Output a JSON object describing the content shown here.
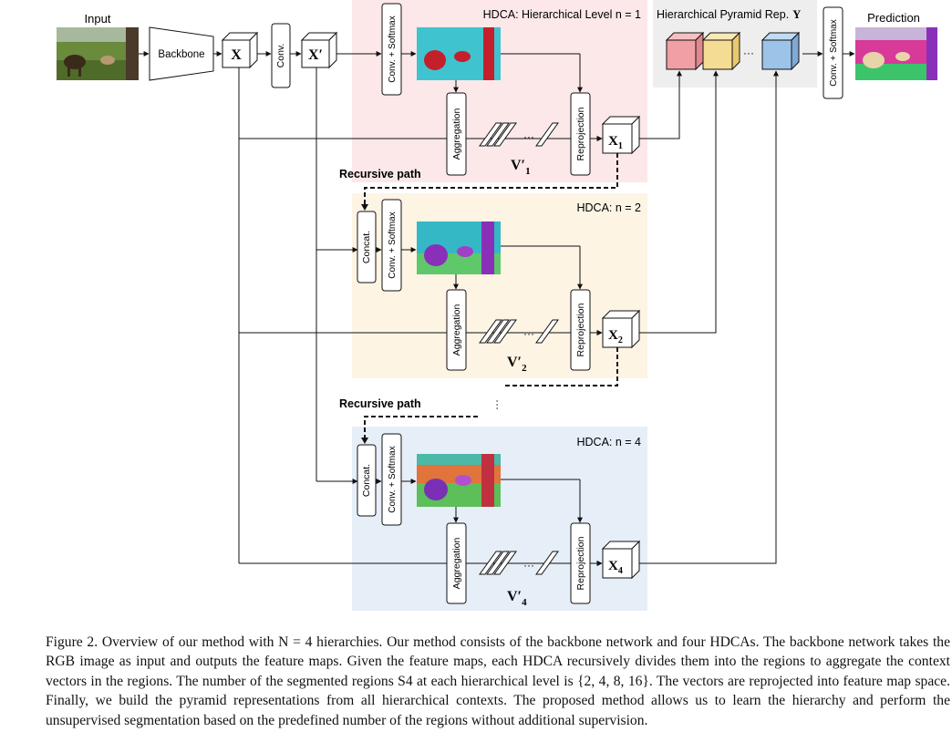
{
  "figure": {
    "input_label": "Input",
    "backbone_label": "Backbone",
    "x_label": "X",
    "x_prime_label": "X′",
    "conv_label": "Conv.",
    "conv_softmax_label": "Conv. + Softmax",
    "concat_label": "Concat.",
    "aggregation_label": "Aggregation",
    "reprojection_label": "Reprojection",
    "pyramid_label": "Hierarchical Pyramid Rep.",
    "pyramid_symbol": "Y",
    "prediction_label": "Prediction",
    "recursive_path_label": "Recursive path",
    "ellipsis": "···",
    "levels": [
      {
        "title": "HDCA: Hierarchical Level n = 1",
        "v_label": "V′",
        "v_sub": "1",
        "x_label": "X",
        "x_sub": "1",
        "bg": "#fce8e8"
      },
      {
        "title": "HDCA: n = 2",
        "v_label": "V′",
        "v_sub": "2",
        "x_label": "X",
        "x_sub": "2",
        "bg": "#fdf4e4"
      },
      {
        "title": "HDCA: n = 4",
        "v_label": "V′",
        "v_sub": "4",
        "x_label": "X",
        "x_sub": "4",
        "bg": "#e6eef8"
      }
    ],
    "pyramid_colors": [
      "#f0a0a4",
      "#f5dc95",
      "#9cc4e8"
    ]
  },
  "caption": {
    "text": "Figure 2. Overview of our method with N = 4 hierarchies. Our method consists of the backbone network and four HDCAs. The backbone network takes the RGB image as input and outputs the feature maps. Given the feature maps, each HDCA recursively divides them into the regions to aggregate the context vectors in the regions. The number of the segmented regions S4 at each hierarchical level is {2, 4, 8, 16}. The vectors are reprojected into feature map space. Finally, we build the pyramid representations from all hierarchical contexts. The proposed method allows us to learn the hierarchy and perform the unsupervised segmentation based on the predefined number of the regions without additional supervision."
  }
}
